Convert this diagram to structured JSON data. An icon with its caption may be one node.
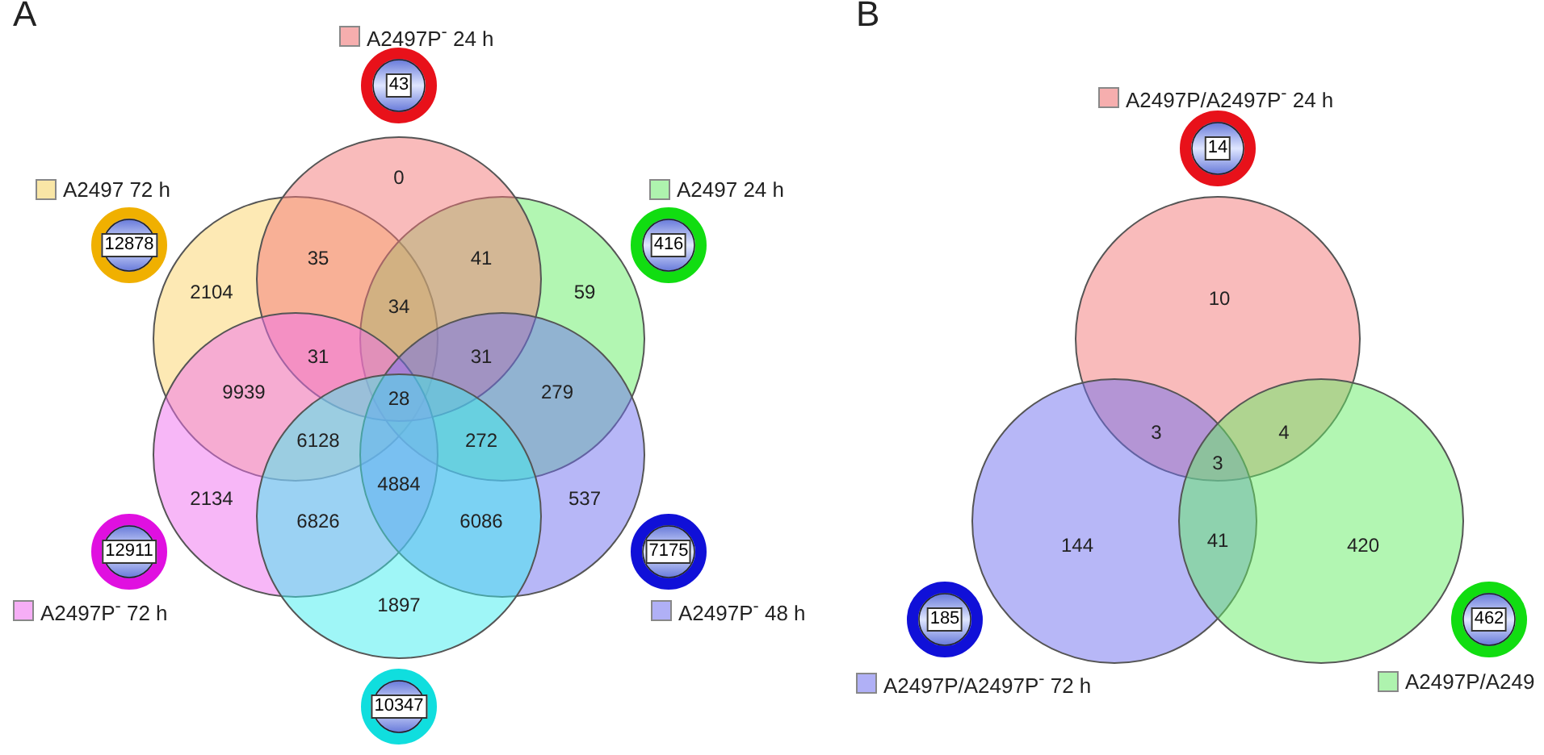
{
  "diagram": {
    "nodes": [
      {
        "text": [
          "43"
        ]
      },
      {
        "text": [
          "12878"
        ]
      },
      {
        "text": [
          "416"
        ]
      },
      {
        "text": [
          "12911"
        ]
      },
      {
        "text": [
          "7175"
        ]
      },
      {
        "text": [
          "10347"
        ]
      },
      {
        "text": [
          "14"
        ]
      },
      {
        "text": [
          "185"
        ]
      },
      {
        "text": [
          "462"
        ]
      }
    ],
    "edges": [],
    "labels": [
      "A",
      "B",
      "0",
      "35",
      "41",
      "2104",
      "34",
      "59",
      "31",
      "31",
      "9939",
      "28",
      "279",
      "6128",
      "272",
      "2134",
      "4884",
      "537",
      "6826",
      "6086",
      "1897",
      "10",
      "3",
      "4",
      "3",
      "144",
      "41",
      "420"
    ],
    "legend": [
      {
        "text": "A2497P$^{-}$ 24 h",
        "color": "#f6aeae"
      },
      {
        "text": "A2497 72 h",
        "color": "#f9e6a6"
      },
      {
        "text": "A2497 24 h",
        "color": "#aef3ae"
      },
      {
        "text": "A2497P$^{-}$ 72 h",
        "color": "#f6aef6"
      },
      {
        "text": "A2497P$^{-}$ 48 h",
        "color": "#b0b0f6"
      },
      {
        "text": "A2497P/A2497P$^{-}$ 24 h",
        "color": "#f6aeae"
      },
      {
        "text": "A2497P/A2497P$^{-}$ 72 h",
        "color": "#b0b0f6"
      },
      {
        "text": "A2497P/A249",
        "color": "#aef3ae"
      }
    ]
  }
}
